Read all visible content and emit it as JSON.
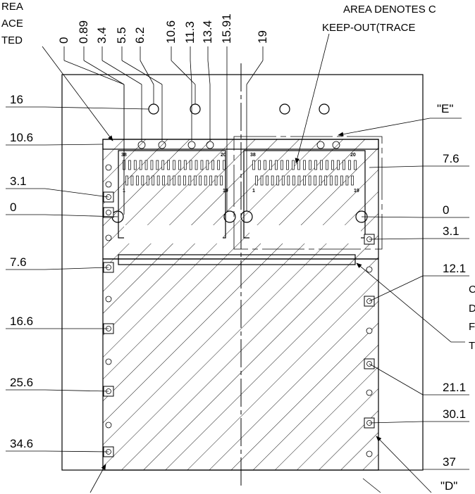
{
  "notes": {
    "left_note_lines": [
      "REA",
      "ACE",
      "TED"
    ],
    "right_note_lines": [
      "AREA DENOTES C",
      "KEEP-OUT(TRACE"
    ],
    "side_note_lines": [
      "C",
      "D",
      "F",
      "T"
    ]
  },
  "top_dimensions": [
    "0",
    "0.89",
    "3.4",
    "5.5",
    "6.2",
    "10.6",
    "11.3",
    "13.4",
    "15.91",
    "19"
  ],
  "left_dimensions": [
    "16",
    "10.6",
    "3.1",
    "0",
    "7.6",
    "16.6",
    "25.6",
    "34.6"
  ],
  "right_dimensions": [
    "7.6",
    "0",
    "3.1",
    "12.1",
    "21.1",
    "30.1",
    "37"
  ],
  "callouts": {
    "detail_e": "\"E\"",
    "detail_d": "\"D\""
  },
  "connector_pin_labels": {
    "left_top_left": "38",
    "left_top_right": "20",
    "left_bottom_left": "1",
    "left_bottom_right": "19",
    "right_top_left": "38",
    "right_top_right": "20",
    "right_bottom_left": "1",
    "right_bottom_right": "19"
  },
  "icons": {
    "mounting_hole": "circle-hole-icon",
    "square_pad": "square-pad-icon"
  }
}
